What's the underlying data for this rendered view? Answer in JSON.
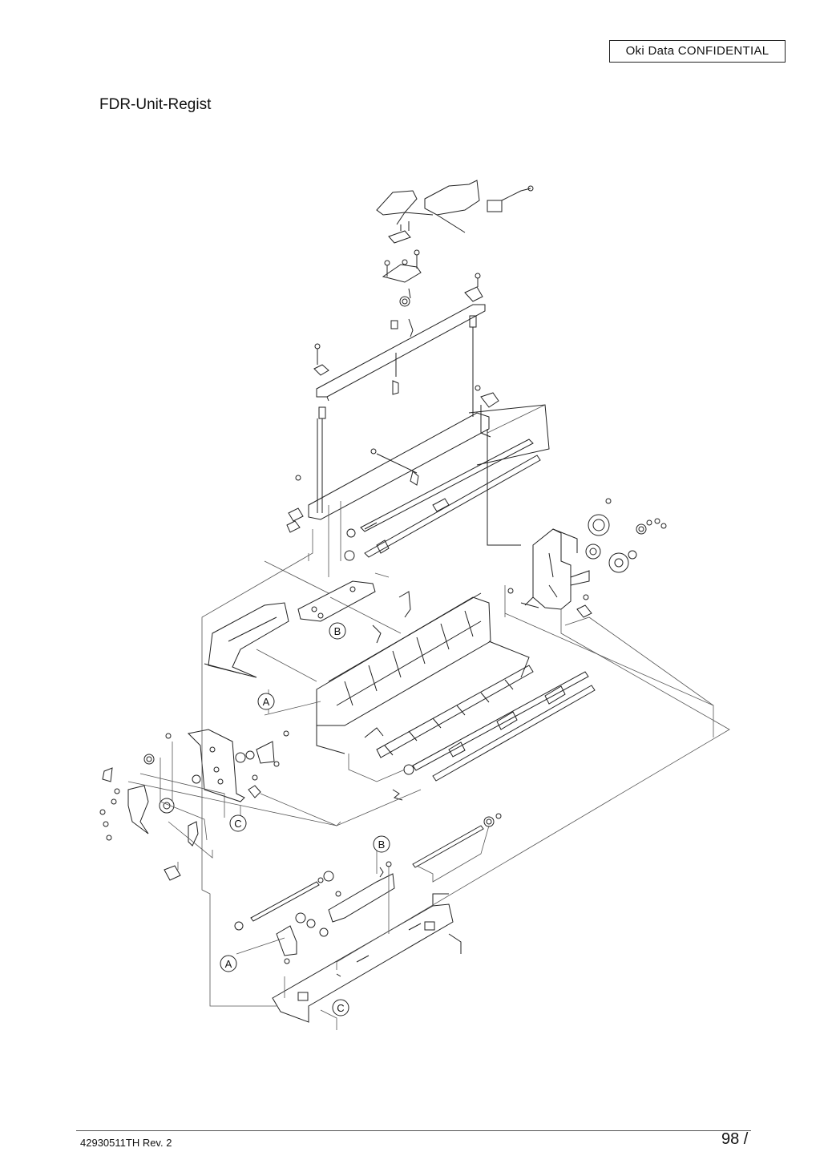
{
  "header": {
    "confidential": "Oki Data  CONFIDENTIAL"
  },
  "title": "FDR-Unit-Regist",
  "callouts": {
    "a1": "A",
    "a2": "A",
    "b1": "B",
    "b2": "B",
    "c1": "C",
    "c2": "C"
  },
  "footer": {
    "doc_id": "42930511TH  Rev. 2",
    "page": "98 /"
  }
}
